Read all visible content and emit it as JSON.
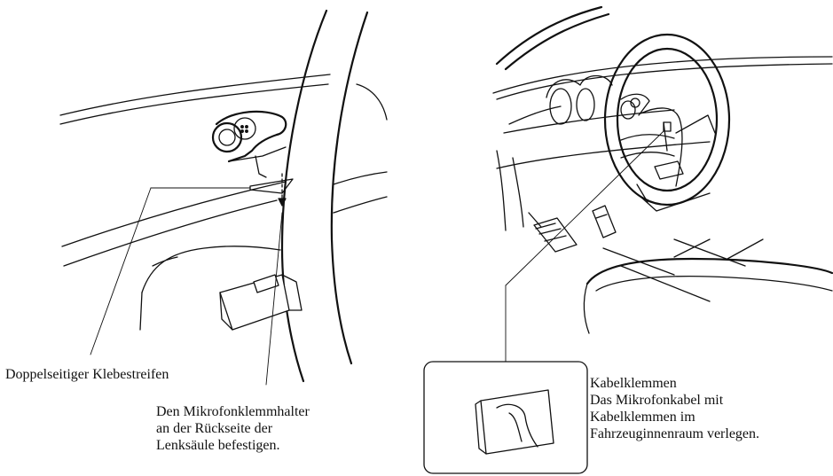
{
  "labels": {
    "tape": "Doppelseitiger Klebestreifen",
    "holder": [
      "Den Mikrofonklemmhalter",
      "an der Rückseite der",
      "Lenksäule befestigen."
    ],
    "clips": [
      "Kabelklemmen",
      "Das Mikrofonkabel mit",
      "Kabelklemmen im",
      "Fahrzeuginnenraum verlegen."
    ]
  }
}
